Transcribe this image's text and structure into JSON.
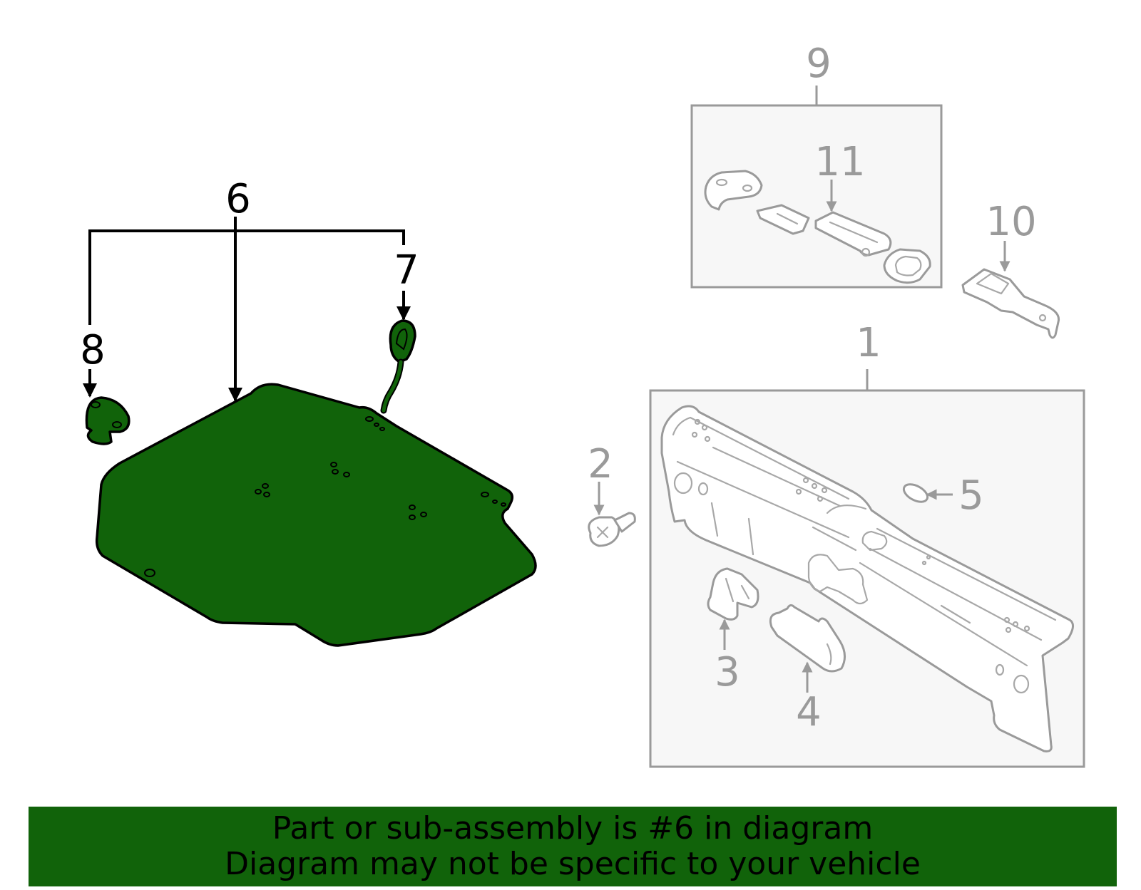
{
  "diagram": {
    "highlight_color": "#11630a",
    "dim_color": "#9a9a9a",
    "callouts": {
      "c1": "1",
      "c2": "2",
      "c3": "3",
      "c4": "4",
      "c5": "5",
      "c6": "6",
      "c7": "7",
      "c8": "8",
      "c9": "9",
      "c10": "10",
      "c11": "11"
    },
    "highlighted_part": "6"
  },
  "banner": {
    "line1": "Part or sub-assembly is #6 in diagram",
    "line2": "Diagram may not be specific to your vehicle"
  }
}
